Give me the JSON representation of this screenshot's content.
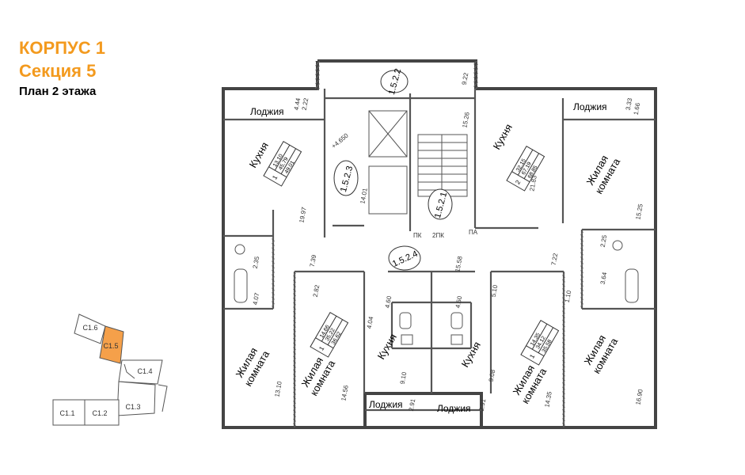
{
  "heading": {
    "building": "КОРПУС 1",
    "section": "Секция 5",
    "floor_plan": "План 2 этажа",
    "accent_color": "#f39a1e"
  },
  "colors": {
    "line": "#444444",
    "highlight": "#f5a04a",
    "hatch": "#777777"
  },
  "minimap": {
    "highlighted": "С1.5",
    "sections": [
      {
        "label": "С1.6"
      },
      {
        "label": "С1.5"
      },
      {
        "label": "С1.4"
      },
      {
        "label": "С1.3"
      },
      {
        "label": "С1.2"
      },
      {
        "label": "С1.1"
      }
    ]
  },
  "rooms": {
    "loggia_top_left": "Лоджия",
    "loggia_top_right": "Лоджия",
    "loggia_bottom_left": "Лоджия",
    "loggia_bottom_right": "Лоджия",
    "kitchen_top_left": "Кухня",
    "kitchen_top_right": "Кухня",
    "kitchen_bottom_left": "Кухня",
    "kitchen_bottom_right": "Кухня",
    "living_top_right": [
      "Жилая",
      "комната"
    ],
    "living_bottom_far_left": [
      "Жилая",
      "комната"
    ],
    "living_bottom_left": [
      "Жилая",
      "комната"
    ],
    "living_bottom_right": [
      "Жилая",
      "комната"
    ],
    "living_bottom_far_right": [
      "Жилая",
      "комната"
    ]
  },
  "apartments": [
    {
      "rooms": "1",
      "areas": [
        "13.10",
        "45.79",
        "49.01"
      ]
    },
    {
      "rooms": "2",
      "areas": [
        "32.15",
        "67.19",
        "68.85"
      ]
    },
    {
      "rooms": "1",
      "areas": [
        "14.66",
        "35.22",
        "36.62"
      ]
    },
    {
      "rooms": "1",
      "areas": [
        "14.35",
        "34.12",
        "35.58"
      ]
    }
  ],
  "circle_labels": [
    "1.5.2.2",
    "1.5.2.3",
    "1.5.2.1",
    "1.5.2.4"
  ],
  "area_labels": {
    "a1": "4.44",
    "a2": "2.22",
    "a3": "19.97",
    "a4": "2.35",
    "a5": "7.39",
    "a6": "4.07",
    "a7": "13.10",
    "a8": "2.82",
    "a9": "14.56",
    "a10": "4.04",
    "a11": "4.60",
    "a12": "9.10",
    "a13": "2.91",
    "a14": "15.26",
    "a15": "21.83",
    "a16": "14.01",
    "a17": "+4.650",
    "a18": "15.58",
    "a19": "4.50",
    "a20": "5.10",
    "a21": "9.08",
    "a22": "2.91",
    "a23": "7.22",
    "a24": "1.10",
    "a25": "14.35",
    "a26": "16.90",
    "a27": "3.64",
    "a28": "2.25",
    "a29": "15.25",
    "a30": "3.33",
    "a31": "1.66",
    "a32": "9.22"
  },
  "stair_labels": {
    "pk": "ПК",
    "pk2": "2ПК",
    "pa": "ПА"
  }
}
